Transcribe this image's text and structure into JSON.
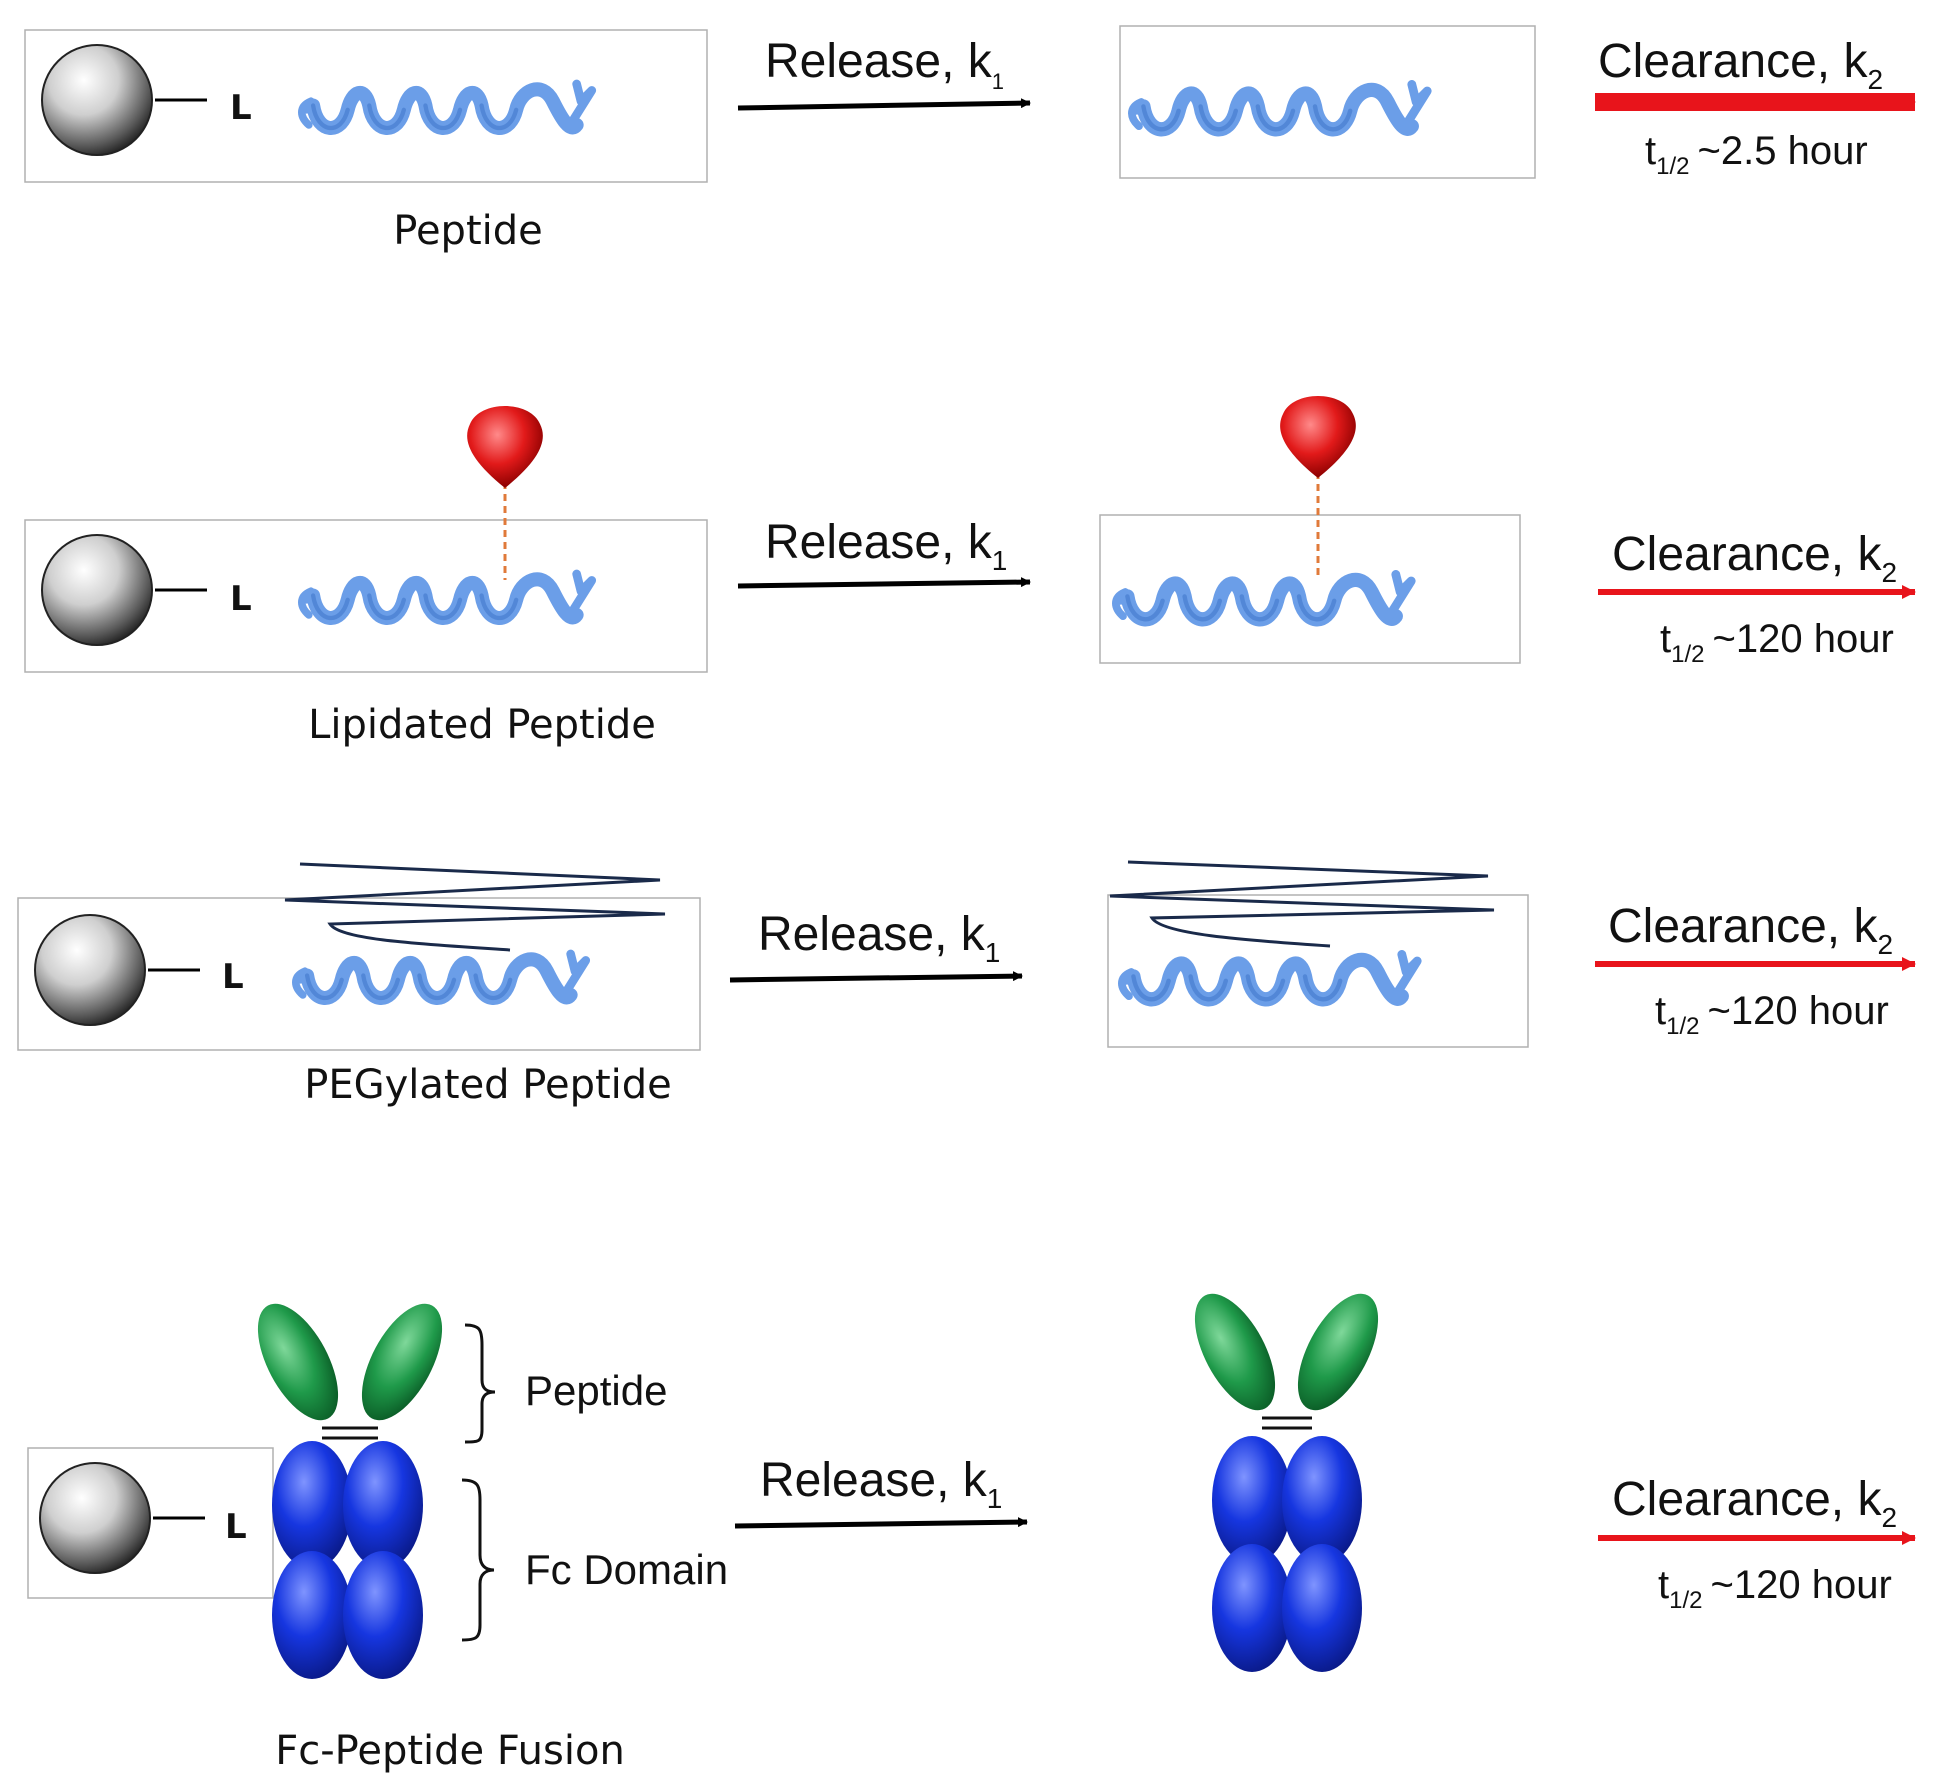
{
  "rows": [
    {
      "label": "Peptide",
      "linker": "L",
      "release": {
        "text": "Release, k",
        "sub": "1"
      },
      "clearance": {
        "text": "Clearance, k",
        "sub": "2",
        "halflife_t": "t",
        "halflife_sub": "1/2",
        "halflife_value": "~2.5 hour"
      }
    },
    {
      "label": "Lipidated Peptide",
      "linker": "L",
      "release": {
        "text": "Release, k",
        "sub": "1"
      },
      "clearance": {
        "text": "Clearance, k",
        "sub": "2",
        "halflife_t": "t",
        "halflife_sub": "1/2",
        "halflife_value": "~120 hour"
      }
    },
    {
      "label": "PEGylated Peptide",
      "linker": "L",
      "release": {
        "text": "Release, k",
        "sub": "1"
      },
      "clearance": {
        "text": "Clearance, k",
        "sub": "2",
        "halflife_t": "t",
        "halflife_sub": "1/2",
        "halflife_value": "~120 hour"
      }
    },
    {
      "label": "Fc-Peptide Fusion",
      "linker": "L",
      "bracket_peptide": "Peptide",
      "bracket_fc": "Fc Domain",
      "release": {
        "text": "Release, k",
        "sub": "1"
      },
      "clearance": {
        "text": "Clearance, k",
        "sub": "2",
        "halflife_t": "t",
        "halflife_sub": "1/2",
        "halflife_value": "~120 hour"
      }
    }
  ],
  "colors": {
    "helix": "#6b9ee8",
    "helix_dark": "#3e74c9",
    "lipid": "#e21a1a",
    "peg": "#1a2a4a",
    "fab": "#1f9a4a",
    "fc": "#1636e0",
    "clearance_arrow": "#e8141b",
    "release_arrow": "#000000",
    "bead": "#bdbdbd"
  }
}
